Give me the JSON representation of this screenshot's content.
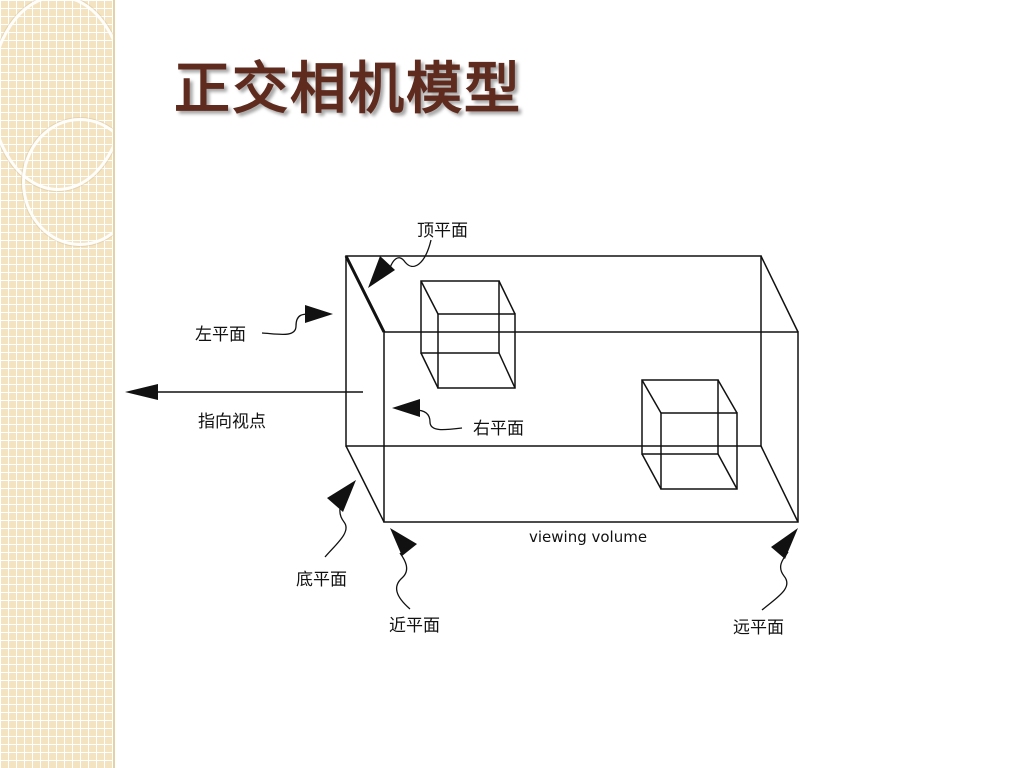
{
  "slide": {
    "title": "正交相机模型"
  },
  "diagram": {
    "labels": {
      "top_plane": "顶平面",
      "left_plane": "左平面",
      "right_plane": "右平面",
      "bottom_plane": "底平面",
      "near_plane": "近平面",
      "far_plane": "远平面",
      "view_direction": "指向视点",
      "viewing_volume": "viewing volume"
    }
  },
  "colors": {
    "title": "#5e2b1e",
    "side_panel": "#f3e3c0",
    "line": "#111111"
  }
}
